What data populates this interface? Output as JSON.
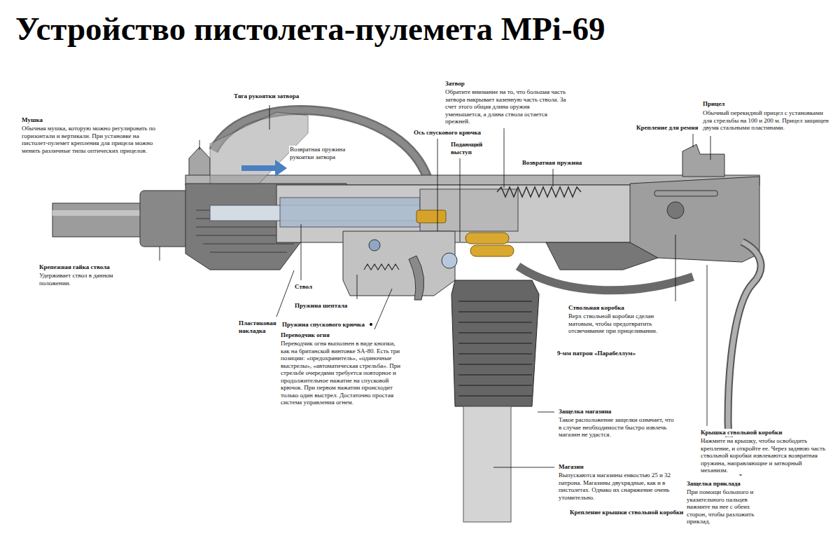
{
  "diagram": {
    "title": "Устройство пистолета-пулемета MPi-69",
    "labels": [
      "Тяга рукоятки затвора",
      "Мушка",
      "Обычная мушка, которую можно регулировать по горизонтали и вертикали. При установке на пистолет-пулемет крепления для прицела можно менять различные типы оптических прицелов.",
      "Возвратная пружина рукоятки затвора",
      "Затвор",
      "Обратите внимание на то, что большая часть затвора накрывает казенную часть ствола. За счет этого общая длина оружия уменьшается, а длина ствола остается прежней.",
      "Ось спускового крючка",
      "Подающий выступ",
      "Возвратная пружина",
      "Прицел",
      "Обычный перекидной прицел с установками для стрельбы на 100 и 200 м. Прицел защищен двумя стальными пластинами.",
      "Крепление для ремня",
      "Крепежная гайка ствола",
      "Удерживает ствол в данном положении.",
      "Ствол",
      "Пружина шептала",
      "Пластиковая накладка",
      "Пружина спускового крючка",
      "Переводчик огня",
      "Переводчик огня выполнен в виде кнопки, как на британской винтовке SA-80. Есть три позиции: «предохранитель», «одиночные выстрелы», «автоматическая стрельба». При стрельбе очередями требуется повторное и продолжительное нажатие на спусковой крючок. При первом нажатии происходит только один выстрел. Достаточно простая система управления огнем.",
      "Ствольная коробка",
      "Верх ствольной коробки сделан матовым, чтобы предотвратить отсвечивание при прицеливании.",
      "9-мм патрон «Парабеллум»",
      "Защелка магазина",
      "Такое расположение защелки означает, что в случае необходимости быстро извлечь магазин не удастся.",
      "Магазин",
      "Выпускаются магазины емкостью 25 и 32 патрона. Магазины двухрядные, как и в пистолетах. Однако их снаряжение очень утомительно.",
      "Крепление крышки ствольной коробки",
      "Крышка ствольной коробки",
      "Нажмите на крышку, чтобы освободить крепление, и откройте ее. Через заднюю часть ствольной коробки извлекаются возвратная пружина, направляющие и затворный механизм.",
      "Защелка приклада",
      "При помощи большого и указательного пальцев нажмите на нее с обеих сторон, чтобы разложить приклад."
    ]
  }
}
